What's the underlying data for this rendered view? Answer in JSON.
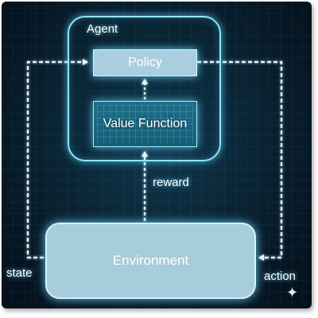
{
  "diagram": {
    "agent_label": "Agent",
    "policy_label": "Policy",
    "value_function_label": "Value Function",
    "environment_label": "Environment",
    "reward_label": "reward",
    "state_label": "state",
    "action_label": "action"
  },
  "colors": {
    "glow": "#8fe6ff",
    "background": "#0a2434"
  }
}
